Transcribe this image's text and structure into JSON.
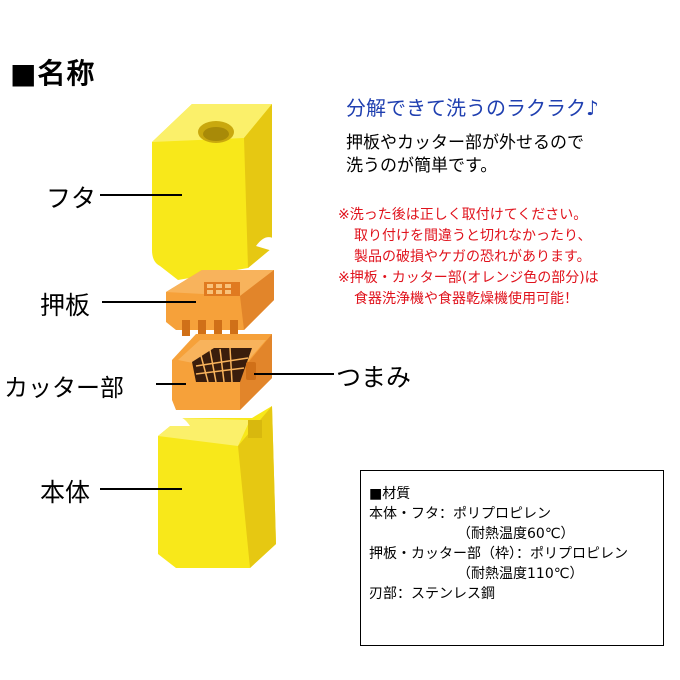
{
  "heading": "■名称",
  "headline": "分解できて洗うのラクラク♪",
  "description": [
    "押板やカッター部が外せるので",
    "洗うのが簡単です。"
  ],
  "warnings": [
    "※洗った後は正しく取付けてください。",
    "取り付けを間違うと切れなかったり、",
    "製品の破損やケガの恐れがあります。",
    "※押板・カッター部(オレンジ色の部分)は",
    "食器洗浄機や食器乾燥機使用可能！"
  ],
  "parts": {
    "lid": "フタ",
    "push_plate": "押板",
    "cutter": "カッター部",
    "knob": "つまみ",
    "body": "本体"
  },
  "materials": {
    "title": "■材質",
    "lines": [
      "本体・フタ：ポリプロピレン",
      "（耐熱温度60℃）",
      "押板・カッター部（枠）：ポリプロピレン",
      "（耐熱温度110℃）",
      "刃部：ステンレス鋼"
    ]
  },
  "colors": {
    "yellow": "#f8e81a",
    "yellow_shade": "#e6c812",
    "orange": "#f6a13a",
    "orange_shade": "#e2852a",
    "accent_blue": "#1f3fb0",
    "warning_red": "#e0121c"
  }
}
